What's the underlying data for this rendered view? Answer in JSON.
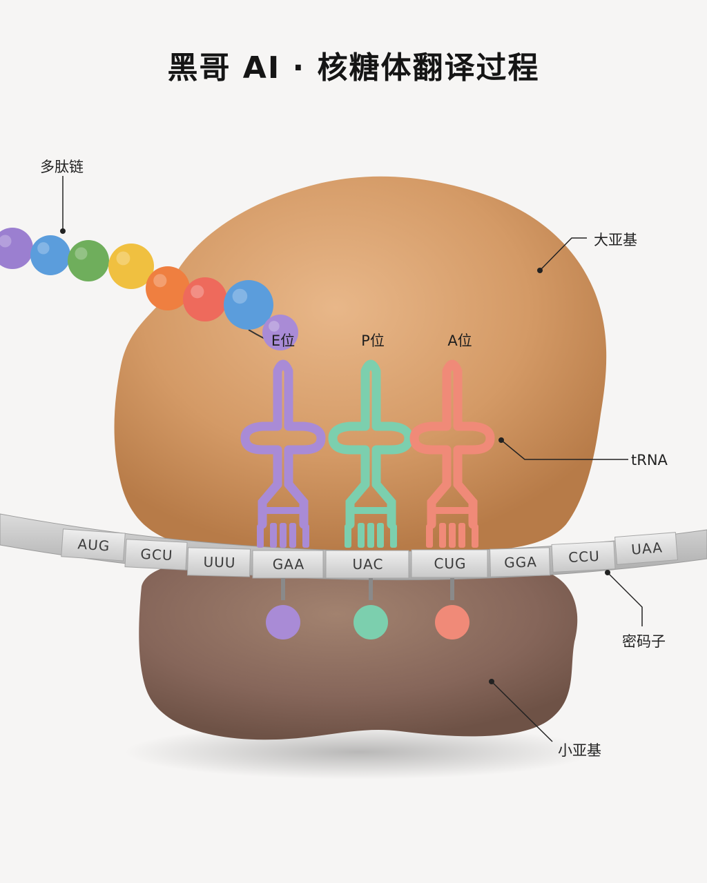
{
  "title": "黑哥 AI · 核糖体翻译过程",
  "labels": {
    "polypeptide": "多肽链",
    "large_subunit": "大亚基",
    "trna": "tRNA",
    "codon": "密码子",
    "small_subunit": "小亚基"
  },
  "sites": {
    "e": "E位",
    "p": "P位",
    "a": "A位"
  },
  "codons": [
    "AUG",
    "GCU",
    "UUU",
    "GAA",
    "UAC",
    "CUG",
    "GGA",
    "CCU",
    "UAA"
  ],
  "colors": {
    "large_subunit": "#d49a66",
    "small_subunit": "#8b6a58",
    "trna_e": "#a98bd6",
    "trna_p": "#7ccfae",
    "trna_a": "#f08a78",
    "bead_colors": [
      "#9b7fd0",
      "#5b9ddc",
      "#6fae5c",
      "#f0c040",
      "#ef7f40",
      "#ee6a5c",
      "#5b9ddc",
      "#a98bd6"
    ]
  }
}
